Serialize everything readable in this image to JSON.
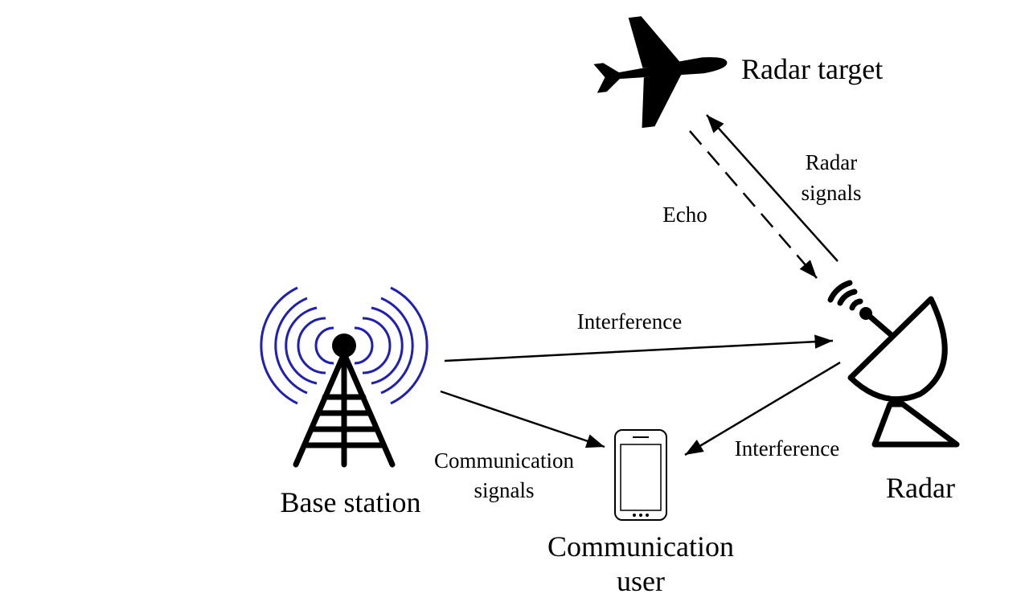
{
  "nodes": {
    "radar_target": "Radar target",
    "base_station": "Base station",
    "radar": "Radar",
    "communication_user_line1": "Communication",
    "communication_user_line2": "user"
  },
  "links": {
    "echo": "Echo",
    "radar_signals_line1": "Radar",
    "radar_signals_line2": "signals",
    "interference_bs_radar": "Interference",
    "interference_radar_user": "Interference",
    "comm_signals_line1": "Communication",
    "comm_signals_line2": "signals"
  },
  "colors": {
    "base_station_waves": "#1f1fb4",
    "lines": "#000000"
  }
}
